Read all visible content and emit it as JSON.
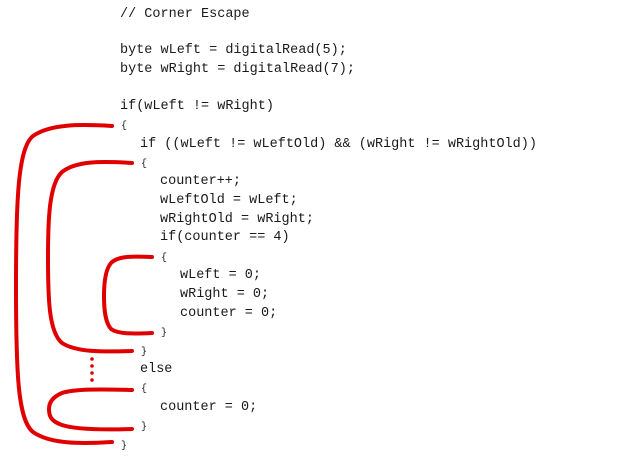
{
  "code": {
    "comment": "// Corner Escape",
    "line_read_left": "byte wLeft = digitalRead(5);",
    "line_read_right": "byte wRight = digitalRead(7);",
    "line_if_outer": "if(wLeft != wRight)",
    "brace_outer_open": "{",
    "line_if_inner": "if ((wLeft != wLeftOld) && (wRight != wRightOld))",
    "brace_inner_open": "{",
    "line_counter_inc": "counter++;",
    "line_left_old": "wLeftOld = wLeft;",
    "line_right_old": "wRightOld = wRight;",
    "line_if_counter": "if(counter == 4)",
    "brace_counter_open": "{",
    "line_reset_left": "wLeft = 0;",
    "line_reset_right": "wRight = 0;",
    "line_reset_counter": "counter = 0;",
    "brace_counter_close": "}",
    "brace_inner_close": "}",
    "line_else": "else",
    "brace_else_open": "{",
    "line_else_counter": "counter = 0;",
    "brace_else_close": "}",
    "brace_outer_close": "}"
  },
  "annotation": {
    "bracket_color": "#e00000",
    "connector_color": "#e00000"
  }
}
